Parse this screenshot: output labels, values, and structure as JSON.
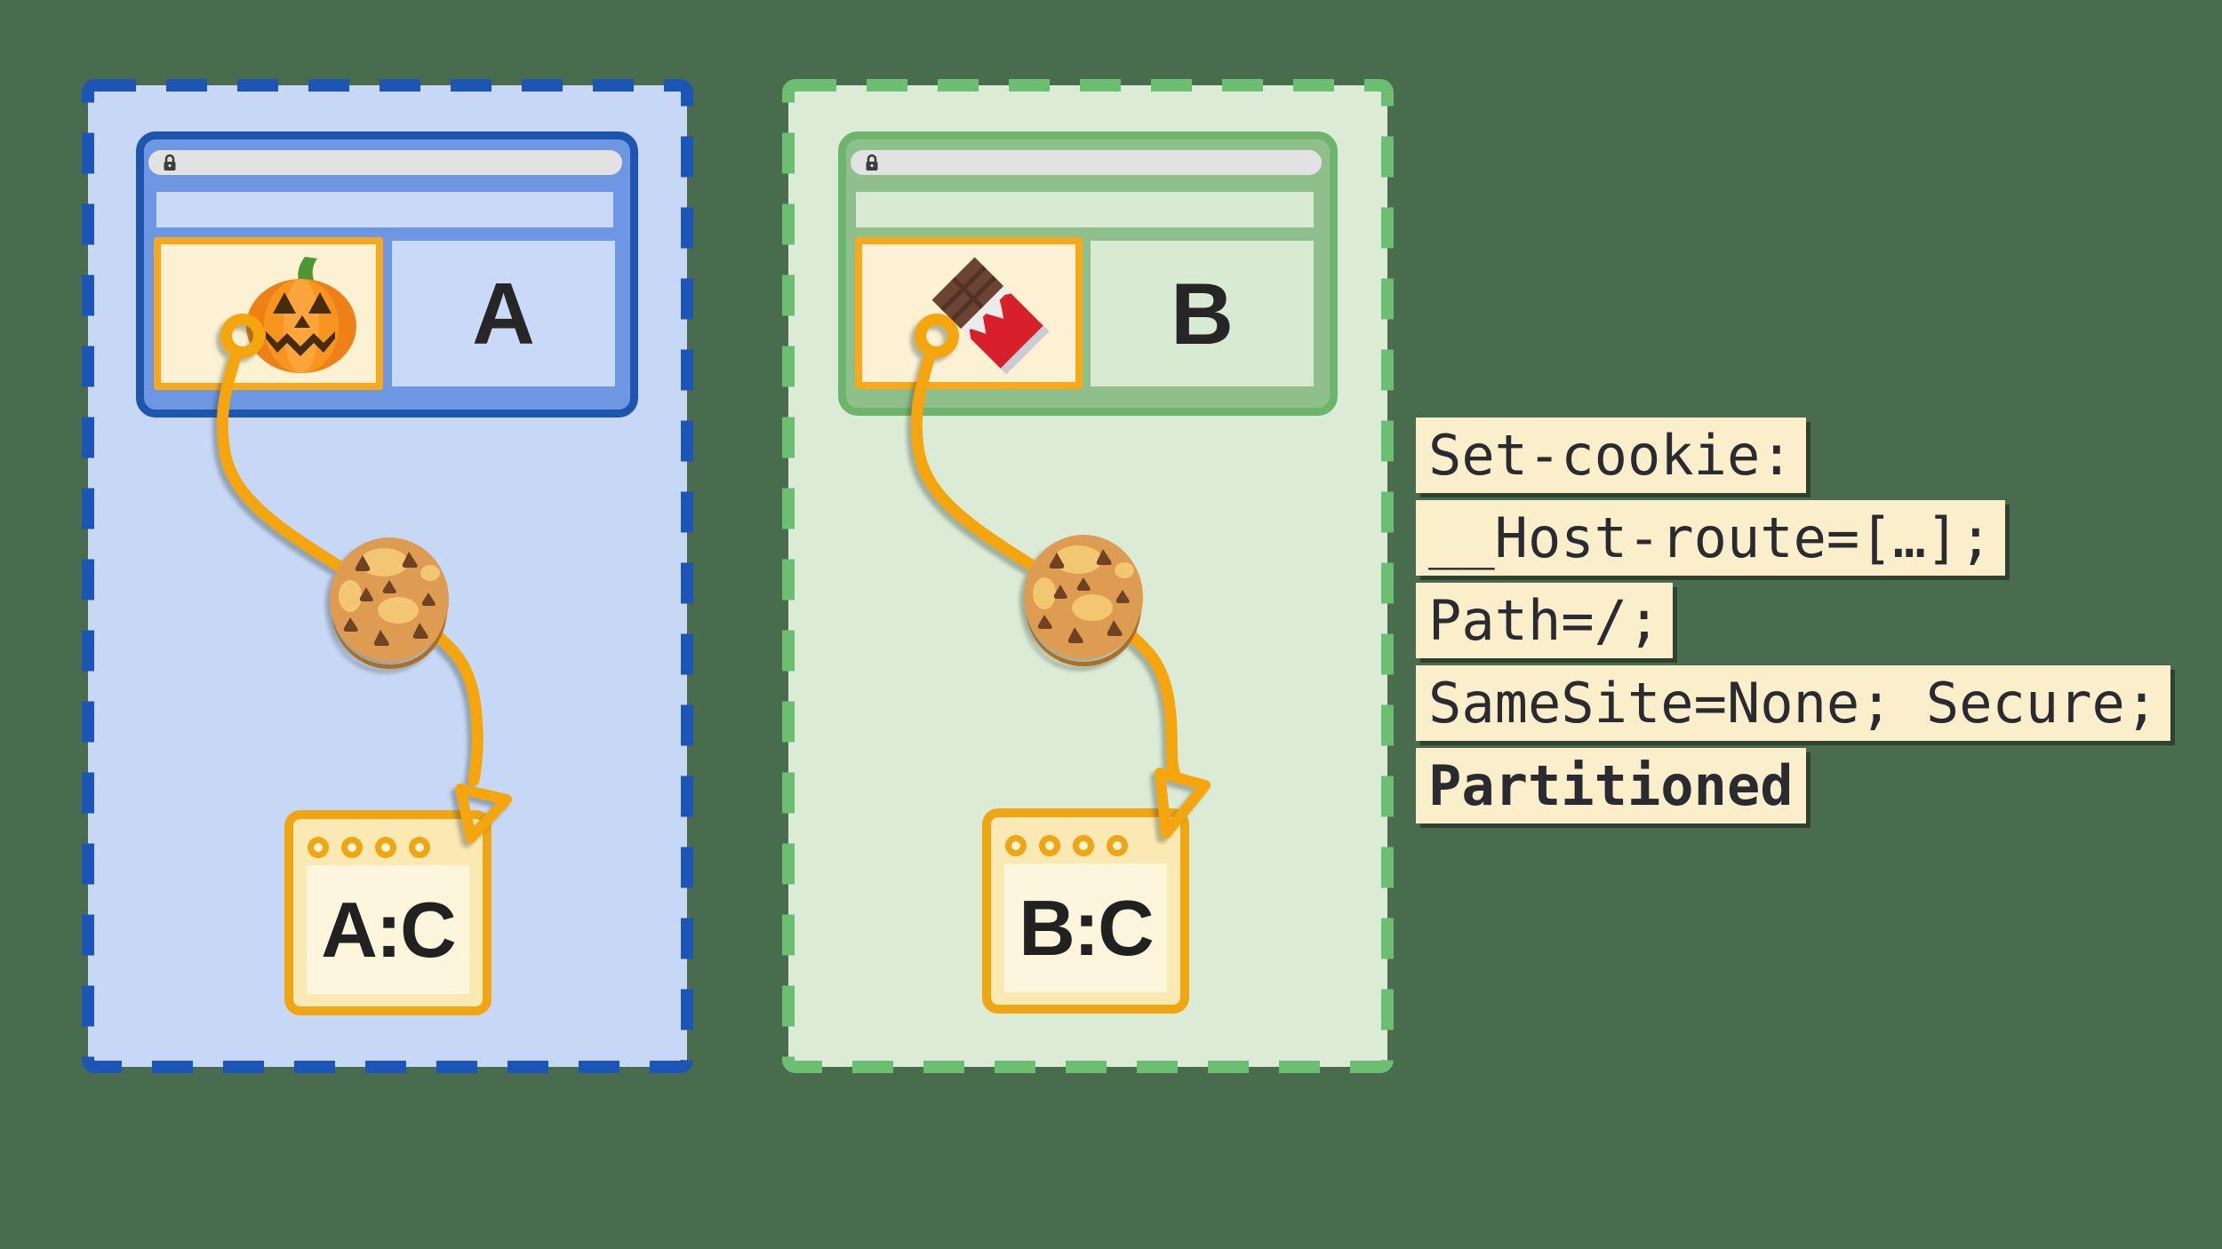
{
  "background_color": "#496C4E",
  "site_a": {
    "page_label": "A",
    "partition_label": "A:C",
    "dash_color": "#1D55B6",
    "fill_color": "#C7D8F6",
    "window_border_color": "#1E56AD",
    "window_fill_color": "#6E97E3",
    "iframe_icon": "jack-o-lantern-icon"
  },
  "site_b": {
    "page_label": "B",
    "partition_label": "B:C",
    "dash_color": "#6CBE70",
    "fill_color": "#DCEBD6",
    "window_border_color": "#6DB46D",
    "window_fill_color": "#8FBF8B",
    "iframe_icon": "chocolate-bar-icon"
  },
  "browser": {
    "address_bar_color": "#E2E2E2",
    "lock_icon": "lock-icon"
  },
  "cookie_trail": {
    "color": "#F5A50D",
    "iframe_border_color": "#F8A81B",
    "partition_border_color": "#F0A513",
    "cookie_icon": "cookie-icon"
  },
  "code_block": {
    "background_color": "#FAEECB",
    "text_color": "#2A2A31",
    "lines": [
      "Set-cookie:",
      "__Host-route=[…];",
      "Path=/;",
      "SameSite=None; Secure;",
      "Partitioned"
    ],
    "bold_line_index": 4
  }
}
